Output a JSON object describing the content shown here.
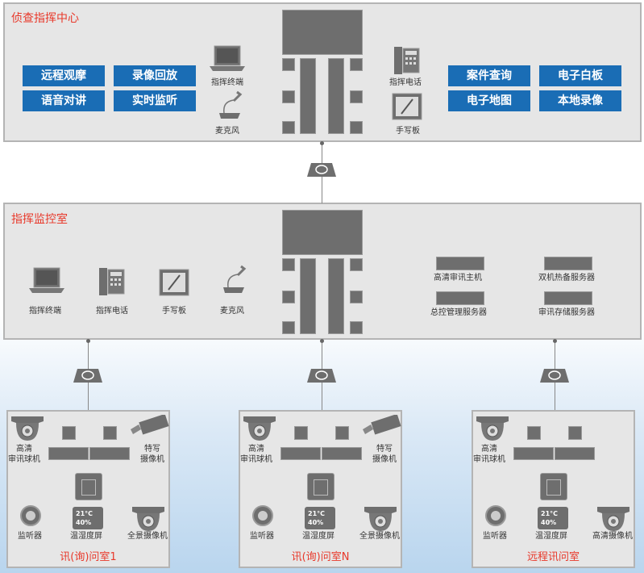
{
  "command_center": {
    "title": "侦查指挥中心",
    "buttons": [
      "远程观摩",
      "录像回放",
      "语音对讲",
      "实时监听",
      "案件查询",
      "电子白板",
      "电子地图",
      "本地录像"
    ],
    "devices": {
      "terminal": "指挥终端",
      "mic": "麦克风",
      "phone": "指挥电话",
      "tablet": "手写板"
    }
  },
  "monitor_room": {
    "title": "指挥监控室",
    "devices": {
      "terminal": "指挥终端",
      "phone": "指挥电话",
      "tablet": "手写板",
      "mic": "麦克风"
    },
    "servers": [
      "高清审讯主机",
      "双机热备服务器",
      "总控管理服务器",
      "审讯存储服务器"
    ]
  },
  "rooms": [
    {
      "title": "讯(询)问室1",
      "dome": "高清\n审讯球机",
      "closeup": "特写\n摄像机",
      "listener": "监听器",
      "thermo": "温湿度屏",
      "pano": "全景摄像机",
      "temp": "21°C",
      "hum": "40%"
    },
    {
      "title": "讯(询)问室N",
      "dome": "高清\n审讯球机",
      "closeup": "特写\n摄像机",
      "listener": "监听器",
      "thermo": "温湿度屏",
      "pano": "全景摄像机",
      "temp": "21°C",
      "hum": "40%"
    },
    {
      "title": "远程讯问室",
      "dome": "高清\n审讯球机",
      "listener": "监听器",
      "thermo": "温湿度屏",
      "pano": "高清摄像机",
      "temp": "21°C",
      "hum": "40%"
    }
  ],
  "colors": {
    "accent": "#1a6db5",
    "title": "#e8392b"
  }
}
